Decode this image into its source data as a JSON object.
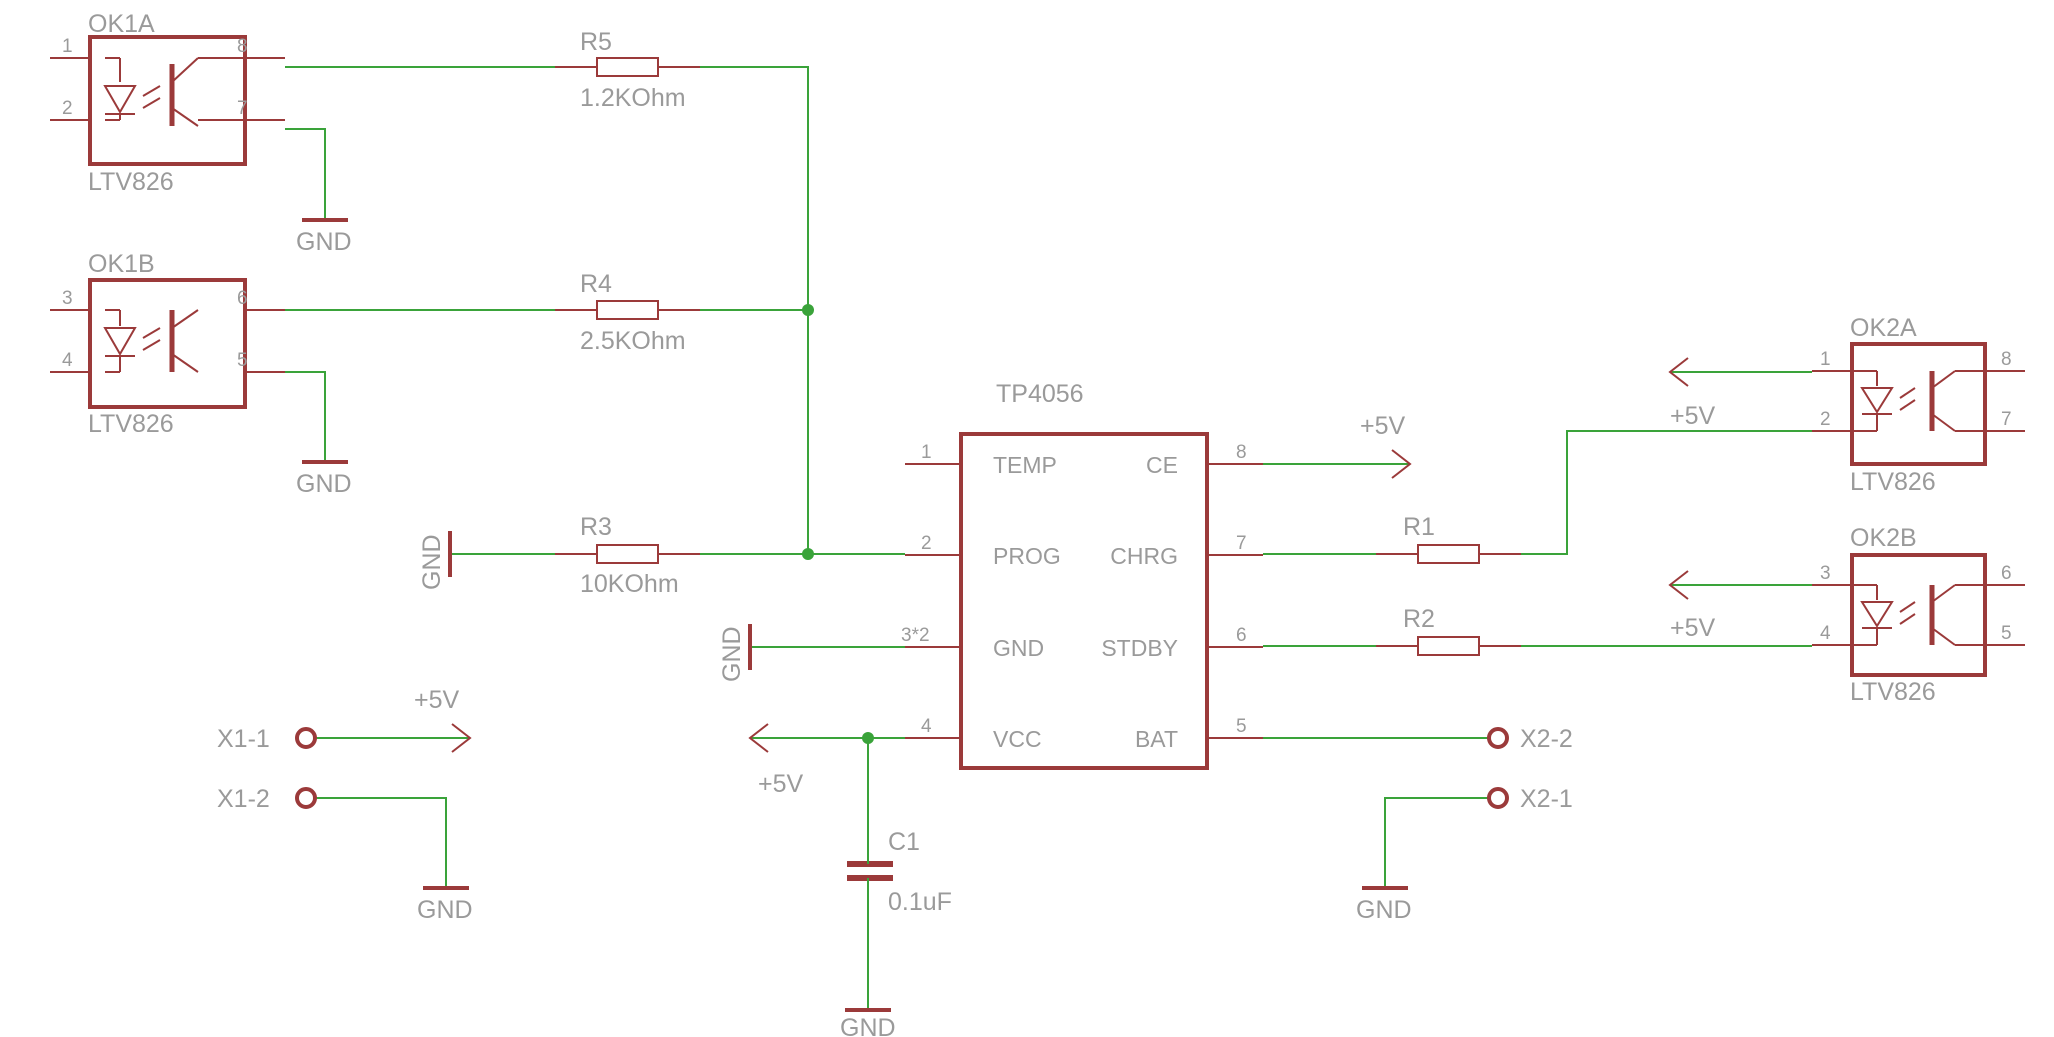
{
  "colors": {
    "wire": "#3aa33a",
    "part": "#9b3a3a",
    "text": "#9a9a9a",
    "background": "#ffffff"
  },
  "parts": {
    "ok1a": {
      "ref": "OK1A",
      "value": "LTV826",
      "pins": [
        "1",
        "2",
        "8",
        "7"
      ]
    },
    "ok1b": {
      "ref": "OK1B",
      "value": "LTV826",
      "pins": [
        "3",
        "4",
        "6",
        "5"
      ]
    },
    "ok2a": {
      "ref": "OK2A",
      "value": "LTV826",
      "pins": [
        "1",
        "2",
        "8",
        "7"
      ]
    },
    "ok2b": {
      "ref": "OK2B",
      "value": "LTV826",
      "pins": [
        "3",
        "4",
        "6",
        "5"
      ]
    },
    "r1": {
      "ref": "R1"
    },
    "r2": {
      "ref": "R2"
    },
    "r3": {
      "ref": "R3",
      "value": "10KOhm"
    },
    "r4": {
      "ref": "R4",
      "value": "2.5KOhm"
    },
    "r5": {
      "ref": "R5",
      "value": "1.2KOhm"
    },
    "c1": {
      "ref": "C1",
      "value": "0.1uF"
    },
    "ic": {
      "name": "TP4056",
      "left_pins": [
        {
          "num": "1",
          "name": "TEMP"
        },
        {
          "num": "2",
          "name": "PROG"
        },
        {
          "num": "3*2",
          "name": "GND"
        },
        {
          "num": "4",
          "name": "VCC"
        }
      ],
      "right_pins": [
        {
          "num": "8",
          "name": "CE"
        },
        {
          "num": "7",
          "name": "CHRG"
        },
        {
          "num": "6",
          "name": "STDBY"
        },
        {
          "num": "5",
          "name": "BAT"
        }
      ]
    },
    "connectors": {
      "x1_1": "X1-1",
      "x1_2": "X1-2",
      "x2_2": "X2-2",
      "x2_1": "X2-1"
    }
  },
  "nets": {
    "gnd": "GND",
    "vcc": "+5V"
  }
}
